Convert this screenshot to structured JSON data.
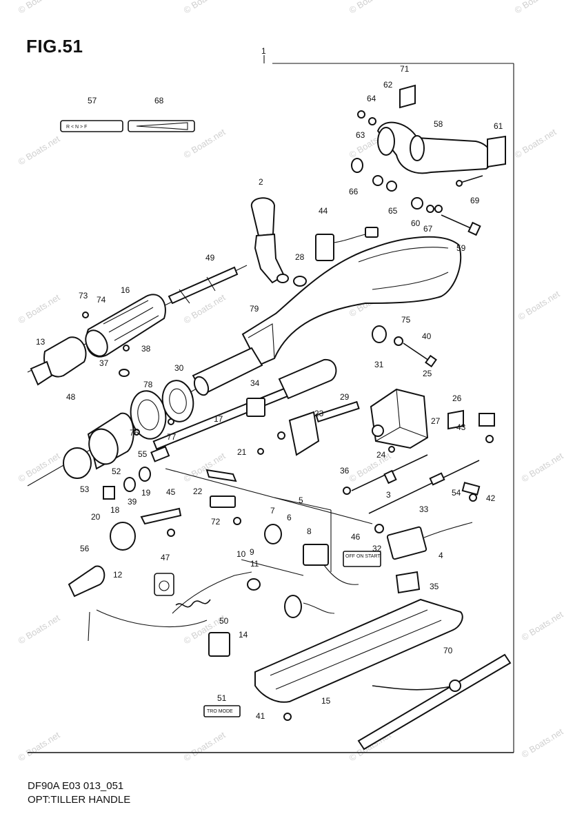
{
  "figure": {
    "title": "FIG.51",
    "code": "DF90A E03 013_051",
    "name": "OPT:TILLER HANDLE",
    "watermark": "© Boats.net"
  },
  "tags": {
    "shift_label": "R < N > F",
    "stop_switch_label": "OFF  ON START",
    "mode_label": "TRO  MODE"
  },
  "labels": [
    "1",
    "2",
    "3",
    "4",
    "5",
    "6",
    "7",
    "8",
    "9",
    "10",
    "11",
    "12",
    "13",
    "14",
    "15",
    "16",
    "17",
    "18",
    "19",
    "20",
    "21",
    "22",
    "23",
    "24",
    "25",
    "26",
    "27",
    "28",
    "29",
    "30",
    "31",
    "32",
    "33",
    "34",
    "35",
    "36",
    "37",
    "38",
    "39",
    "40",
    "41",
    "42",
    "43",
    "44",
    "45",
    "46",
    "47",
    "48",
    "49",
    "50",
    "51",
    "52",
    "53",
    "54",
    "55",
    "56",
    "57",
    "58",
    "59",
    "60",
    "61",
    "62",
    "63",
    "64",
    "65",
    "66",
    "67",
    "68",
    "69",
    "70",
    "71",
    "72",
    "73",
    "74",
    "75",
    "76",
    "77",
    "78",
    "79"
  ]
}
